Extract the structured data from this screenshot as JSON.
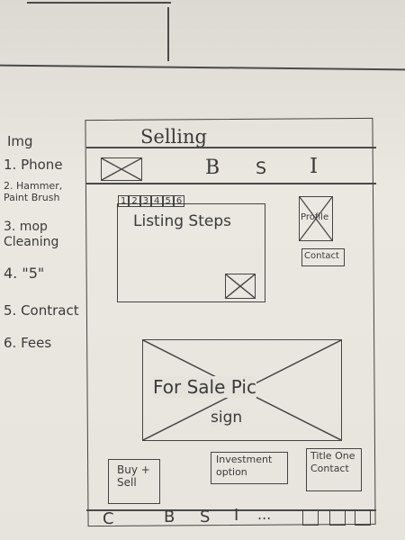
{
  "notes": {
    "header": "Img",
    "items": [
      "1. Phone",
      "2. Hammer, Paint Brush",
      "3. mop Cleaning",
      "4. \"5\"",
      "5. Contract",
      "6. Fees"
    ]
  },
  "app": {
    "title": "Selling",
    "nav": [
      "B",
      "S",
      "I"
    ],
    "listing_tabs": [
      "1",
      "2",
      "3",
      "4",
      "5",
      "6"
    ],
    "listing_title": "Listing Steps",
    "profile_label": "Profile",
    "contact_label": "Contact",
    "for_sale_label": "For Sale Pic",
    "sign_label": "sign",
    "buttons": {
      "buy_sell": "Buy + Sell",
      "investment": "Investment option",
      "title": "Title One Contact"
    },
    "bottom_nav": [
      "C",
      "B",
      "S",
      "I",
      "..."
    ]
  }
}
